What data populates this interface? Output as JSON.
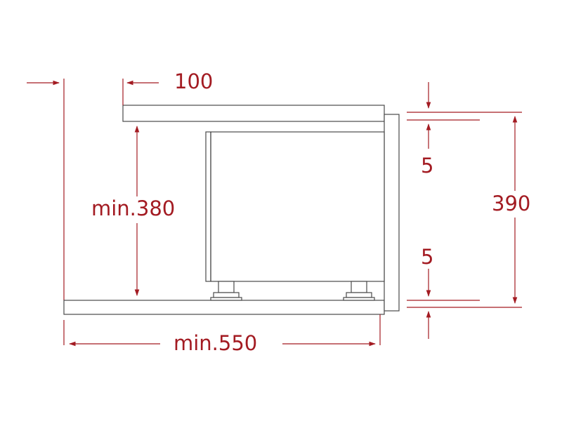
{
  "diagram": {
    "colors": {
      "dimension": "#a31b22",
      "outline": "#4a4a4a",
      "background": "#ffffff"
    },
    "labels": {
      "top_gap": "100",
      "cabinet_height": "min.380",
      "cabinet_depth": "min.550",
      "gap_top": "5",
      "gap_bottom": "5",
      "appliance_height": "390"
    }
  }
}
